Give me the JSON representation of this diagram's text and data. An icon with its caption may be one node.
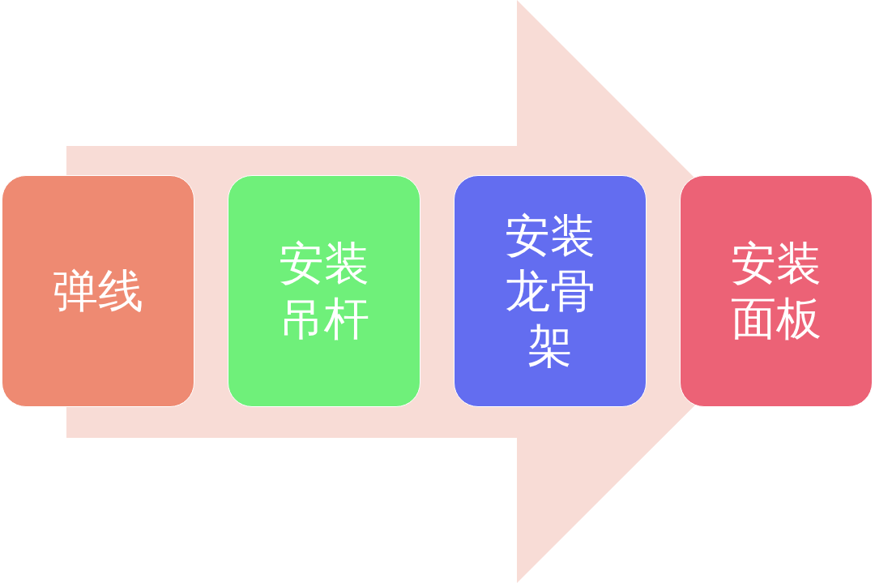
{
  "diagram": {
    "nodes": [
      {
        "text": [
          "弹线"
        ]
      },
      {
        "text": [
          "安装吊杆"
        ]
      },
      {
        "text": [
          "安装龙骨架"
        ]
      },
      {
        "text": [
          "安装面板"
        ]
      }
    ],
    "edges": [
      {
        "from": 0,
        "to": 3,
        "arrow": "to"
      }
    ]
  }
}
